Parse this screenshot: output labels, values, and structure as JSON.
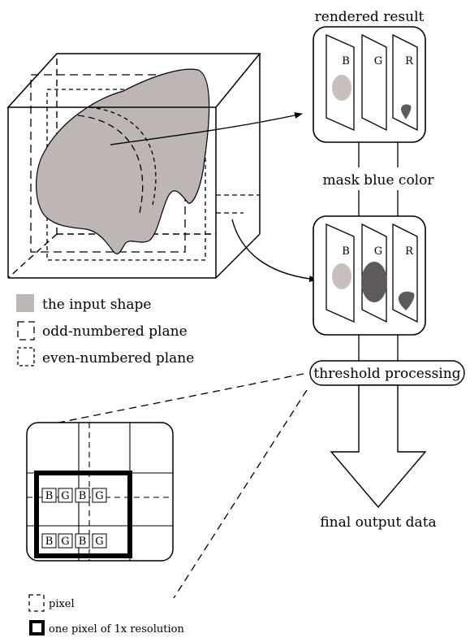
{
  "labels": {
    "rendered_result": "rendered result",
    "mask_blue_color": "mask blue color",
    "threshold_processing": "threshold processing",
    "final_output_data": "final output data"
  },
  "channels": {
    "b": "B",
    "g": "G",
    "r": "R"
  },
  "legend": {
    "input_shape": "the input shape",
    "odd_plane": "odd-numbered plane",
    "even_plane": "even-numbered plane"
  },
  "pixel_legend": {
    "pixel": "pixel",
    "one_pixel_1x": "one pixel of 1x resolution"
  },
  "colors": {
    "shape_fill": "#beb5b5",
    "blob_light": "#c9bfbf",
    "blob_dark": "#5e5a5a",
    "stroke": "#000000"
  }
}
